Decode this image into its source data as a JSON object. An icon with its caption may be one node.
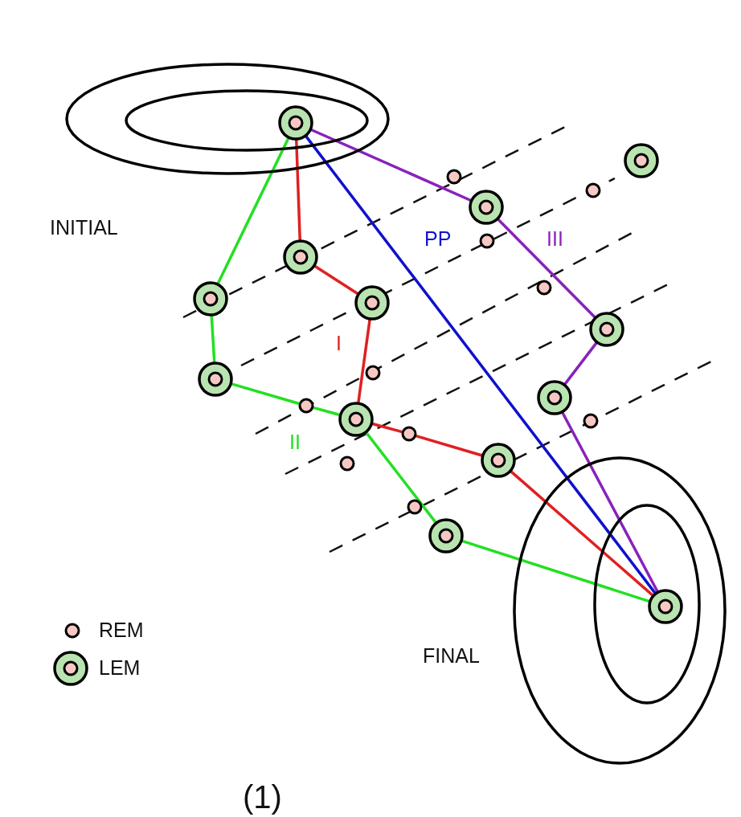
{
  "diagram": {
    "caption": "(1)",
    "nodes": [
      {
        "text": [
          "INITIAL"
        ]
      },
      {
        "text": [],
        "shape": "ellipse",
        "in": 0
      },
      {
        "text": [],
        "shape": "circle",
        "in": 1
      },
      {
        "text": [],
        "shape": "circle"
      },
      {
        "text": [],
        "shape": "circle"
      },
      {
        "text": [],
        "shape": "circle"
      },
      {
        "text": [],
        "shape": "circle"
      },
      {
        "text": [],
        "shape": "circle"
      },
      {
        "text": [],
        "shape": "circle"
      },
      {
        "text": [],
        "shape": "circle"
      },
      {
        "text": [],
        "shape": "circle"
      },
      {
        "text": [],
        "shape": "circle"
      },
      {
        "text": [],
        "shape": "circle"
      },
      {
        "text": [],
        "shape": "circle"
      },
      {
        "text": [],
        "shape": "circle"
      },
      {
        "text": [],
        "shape": "circle"
      },
      {
        "text": [],
        "shape": "circle"
      },
      {
        "text": [],
        "shape": "circle"
      },
      {
        "text": [],
        "shape": "circle"
      },
      {
        "text": [],
        "shape": "circle"
      },
      {
        "text": [],
        "shape": "circle"
      },
      {
        "text": [],
        "shape": "circle"
      },
      {
        "text": [
          "FINAL"
        ]
      },
      {
        "text": [],
        "shape": "ellipse",
        "in": 22
      },
      {
        "text": [],
        "shape": "circle"
      },
      {
        "text": [],
        "shape": "circle"
      },
      {
        "text": [],
        "shape": "circle",
        "in": 23
      }
    ],
    "edges": [
      {
        "from": 2,
        "to": 8,
        "arrow": "none",
        "color": "#e02020"
      },
      {
        "from": 8,
        "to": 11,
        "arrow": "none",
        "color": "#e02020"
      },
      {
        "from": 11,
        "to": 17,
        "arrow": "none",
        "color": "#e02020",
        "label": "I"
      },
      {
        "from": 17,
        "to": 19,
        "arrow": "none",
        "color": "#e02020"
      },
      {
        "from": 19,
        "to": 20,
        "arrow": "none",
        "color": "#e02020"
      },
      {
        "from": 20,
        "to": 26,
        "arrow": "none",
        "color": "#e02020"
      },
      {
        "from": 2,
        "to": 10,
        "arrow": "none",
        "color": "#22e022"
      },
      {
        "from": 10,
        "to": 14,
        "arrow": "none",
        "color": "#22e022"
      },
      {
        "from": 14,
        "to": 16,
        "arrow": "none",
        "color": "#22e022"
      },
      {
        "from": 16,
        "to": 17,
        "arrow": "none",
        "color": "#22e022",
        "label": "II"
      },
      {
        "from": 17,
        "to": 25,
        "arrow": "none",
        "color": "#22e022"
      },
      {
        "from": 25,
        "to": 26,
        "arrow": "none",
        "color": "#22e022"
      },
      {
        "from": 2,
        "to": 6,
        "arrow": "none",
        "color": "#8822bb"
      },
      {
        "from": 6,
        "to": 12,
        "arrow": "none",
        "color": "#8822bb",
        "label": "III"
      },
      {
        "from": 12,
        "to": 15,
        "arrow": "none",
        "color": "#8822bb"
      },
      {
        "from": 15,
        "to": 26,
        "arrow": "none",
        "color": "#8822bb"
      },
      {
        "from": 2,
        "to": 26,
        "arrow": "none",
        "color": "#1010cc",
        "label": "PP"
      }
    ],
    "legend": [
      {
        "text": "REM"
      },
      {
        "text": "LEM"
      }
    ]
  }
}
